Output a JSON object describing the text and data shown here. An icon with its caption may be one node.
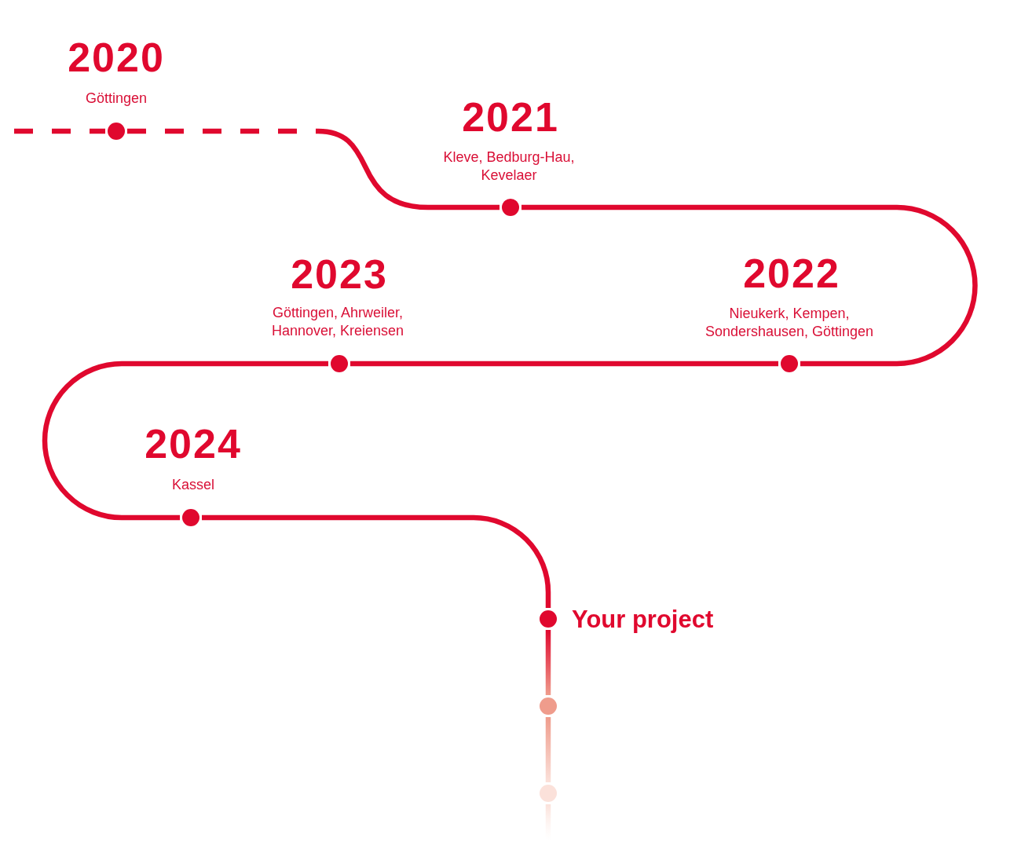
{
  "diagram": {
    "nodes": [
      {
        "text": [],
        "shape": "circle",
        "beside": [
          "2020",
          "Göttingen"
        ]
      },
      {
        "text": [],
        "shape": "circle",
        "beside": [
          "2021",
          "Kleve, Bedburg-Hau, Kevelaer"
        ]
      },
      {
        "text": [],
        "shape": "circle",
        "beside": [
          "2022",
          "Nieukerk, Kempen, Sondershausen, Göttingen"
        ]
      },
      {
        "text": [],
        "shape": "circle",
        "beside": [
          "2023",
          "Göttingen, Ahrweiler, Hannover, Kreiensen"
        ]
      },
      {
        "text": [],
        "shape": "circle",
        "beside": [
          "2024",
          "Kassel"
        ]
      },
      {
        "text": [],
        "shape": "circle",
        "beside": [
          "Your project"
        ]
      },
      {
        "text": [],
        "shape": "circle"
      },
      {
        "text": [],
        "shape": "circle"
      }
    ],
    "edges": [
      {
        "from": null,
        "to": 0,
        "arrow": "none",
        "style": "dashed"
      },
      {
        "from": 0,
        "to": 1,
        "arrow": "none",
        "style": "dashed"
      },
      {
        "from": 1,
        "to": 2,
        "arrow": "none"
      },
      {
        "from": 2,
        "to": 3,
        "arrow": "none"
      },
      {
        "from": 3,
        "to": 4,
        "arrow": "none"
      },
      {
        "from": 4,
        "to": 5,
        "arrow": "none"
      },
      {
        "from": 5,
        "to": 6,
        "arrow": "none",
        "color": "#ef9c8c"
      },
      {
        "from": 6,
        "to": 7,
        "arrow": "none",
        "color": "#fbe1da"
      },
      {
        "from": 7,
        "to": null,
        "arrow": "none",
        "color": "#fdf1ed"
      }
    ]
  }
}
